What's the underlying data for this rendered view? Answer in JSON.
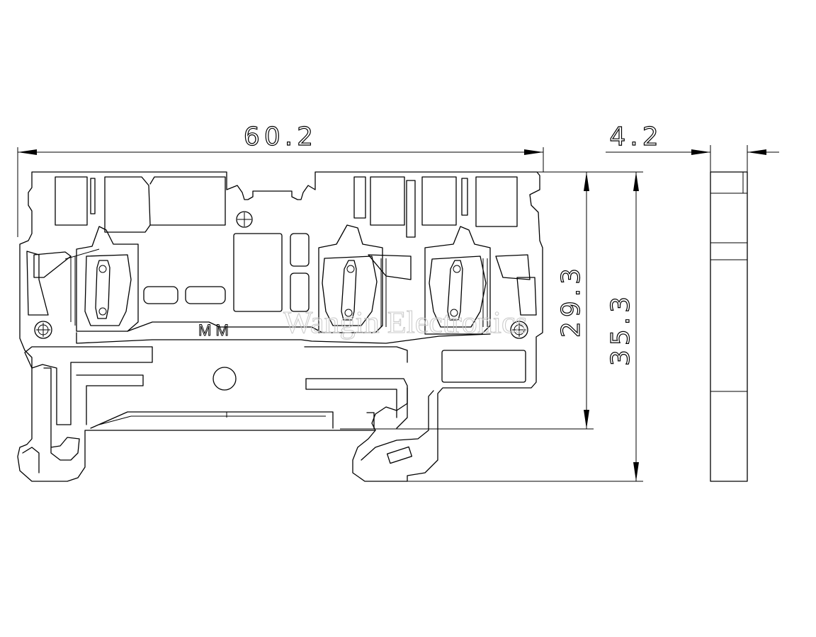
{
  "dimensions": {
    "width_label": "60.2",
    "thickness_label": "4.2",
    "inner_height_label": "29.3",
    "total_height_label": "35.3"
  },
  "part_marking": "M M",
  "watermark": "Wangin Electronics"
}
